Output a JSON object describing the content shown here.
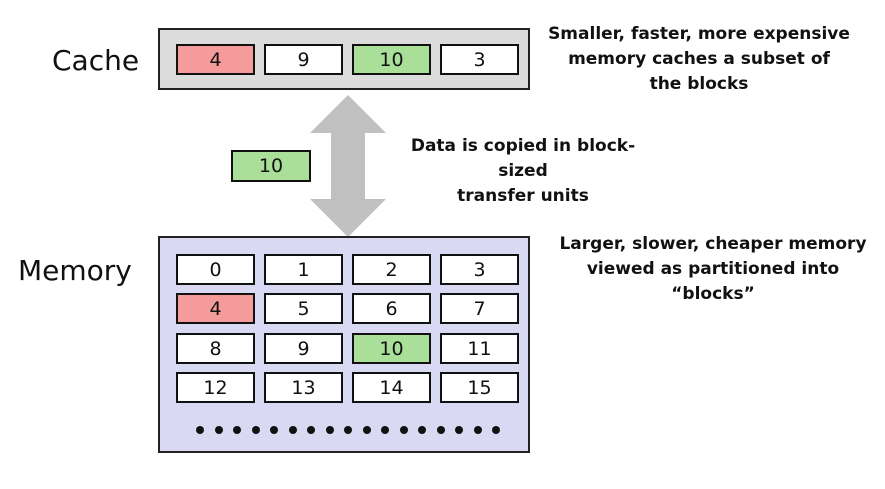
{
  "cache": {
    "label": "Cache",
    "blocks": [
      "4",
      "9",
      "10",
      "3"
    ],
    "note": [
      "Smaller, faster, more expensive",
      "memory caches a  subset of",
      "the blocks"
    ]
  },
  "transfer": {
    "block": "10",
    "note": [
      "Data is copied in block-sized",
      "transfer units"
    ]
  },
  "memory": {
    "label": "Memory",
    "blocks": [
      "0",
      "1",
      "2",
      "3",
      "4",
      "5",
      "6",
      "7",
      "8",
      "9",
      "10",
      "11",
      "12",
      "13",
      "14",
      "15"
    ],
    "note": [
      "Larger, slower, cheaper memory",
      "viewed as partitioned into “blocks”"
    ]
  },
  "colors": {
    "highlight_red": "#f59b9b",
    "highlight_green": "#a9df98",
    "arrow": "#c0c0c0"
  }
}
